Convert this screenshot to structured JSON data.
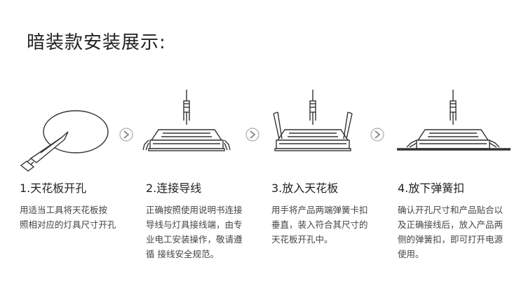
{
  "title": "暗装款安装展示:",
  "steps": [
    {
      "title": "1.天花板开孔",
      "desc": [
        "用适当工具将天花板按",
        "照相对应的灯具尺寸开孔"
      ]
    },
    {
      "title": "2.连接导线",
      "desc": [
        "正确按照使用说明书连接",
        "导线与灯具接线端，由专",
        "业电工安装操作，敬请遵",
        "循 接线安全规范。"
      ]
    },
    {
      "title": "3.放入天花板",
      "desc": [
        "用手将产品两端弹簧卡扣",
        "垂直，装入符合其尺寸的",
        "天花板开孔中。"
      ]
    },
    {
      "title": "4.放下弹簧扣",
      "desc": [
        "确认开孔尺寸和产品贴合以",
        "及正确接线后，放入产品两",
        "侧的弹簧扣，即可打开电源",
        "使用。"
      ]
    }
  ],
  "arrows": [
    "chevron-right-icon",
    "chevron-right-icon",
    "chevron-right-icon"
  ]
}
